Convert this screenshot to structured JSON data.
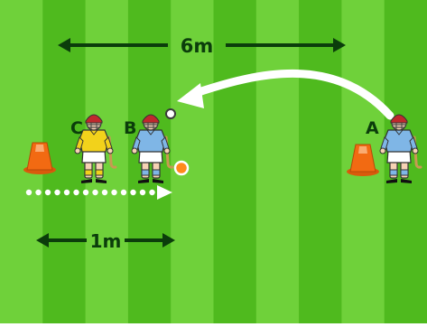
{
  "labels": {
    "top_distance": "6m",
    "bottom_distance": "1m",
    "player_a": "A",
    "player_b": "B",
    "player_c": "C"
  },
  "colors": {
    "pitch_light": "#6fd13a",
    "pitch_dark": "#4fba1e",
    "arrow": "#0b3d0b",
    "pass_arc": "#ffffff",
    "cone": "#f26a12",
    "sliotar_orange": "#ff8a1c",
    "jersey_blue": "#7fb6e6",
    "jersey_yellow": "#f2d21b",
    "helmet_red": "#c0282d",
    "shorts": "#ffffff"
  },
  "icons": [
    "cone-icon",
    "player-icon",
    "hurley-icon",
    "sliotar-icon",
    "pass-arrow-icon",
    "run-path-icon"
  ]
}
